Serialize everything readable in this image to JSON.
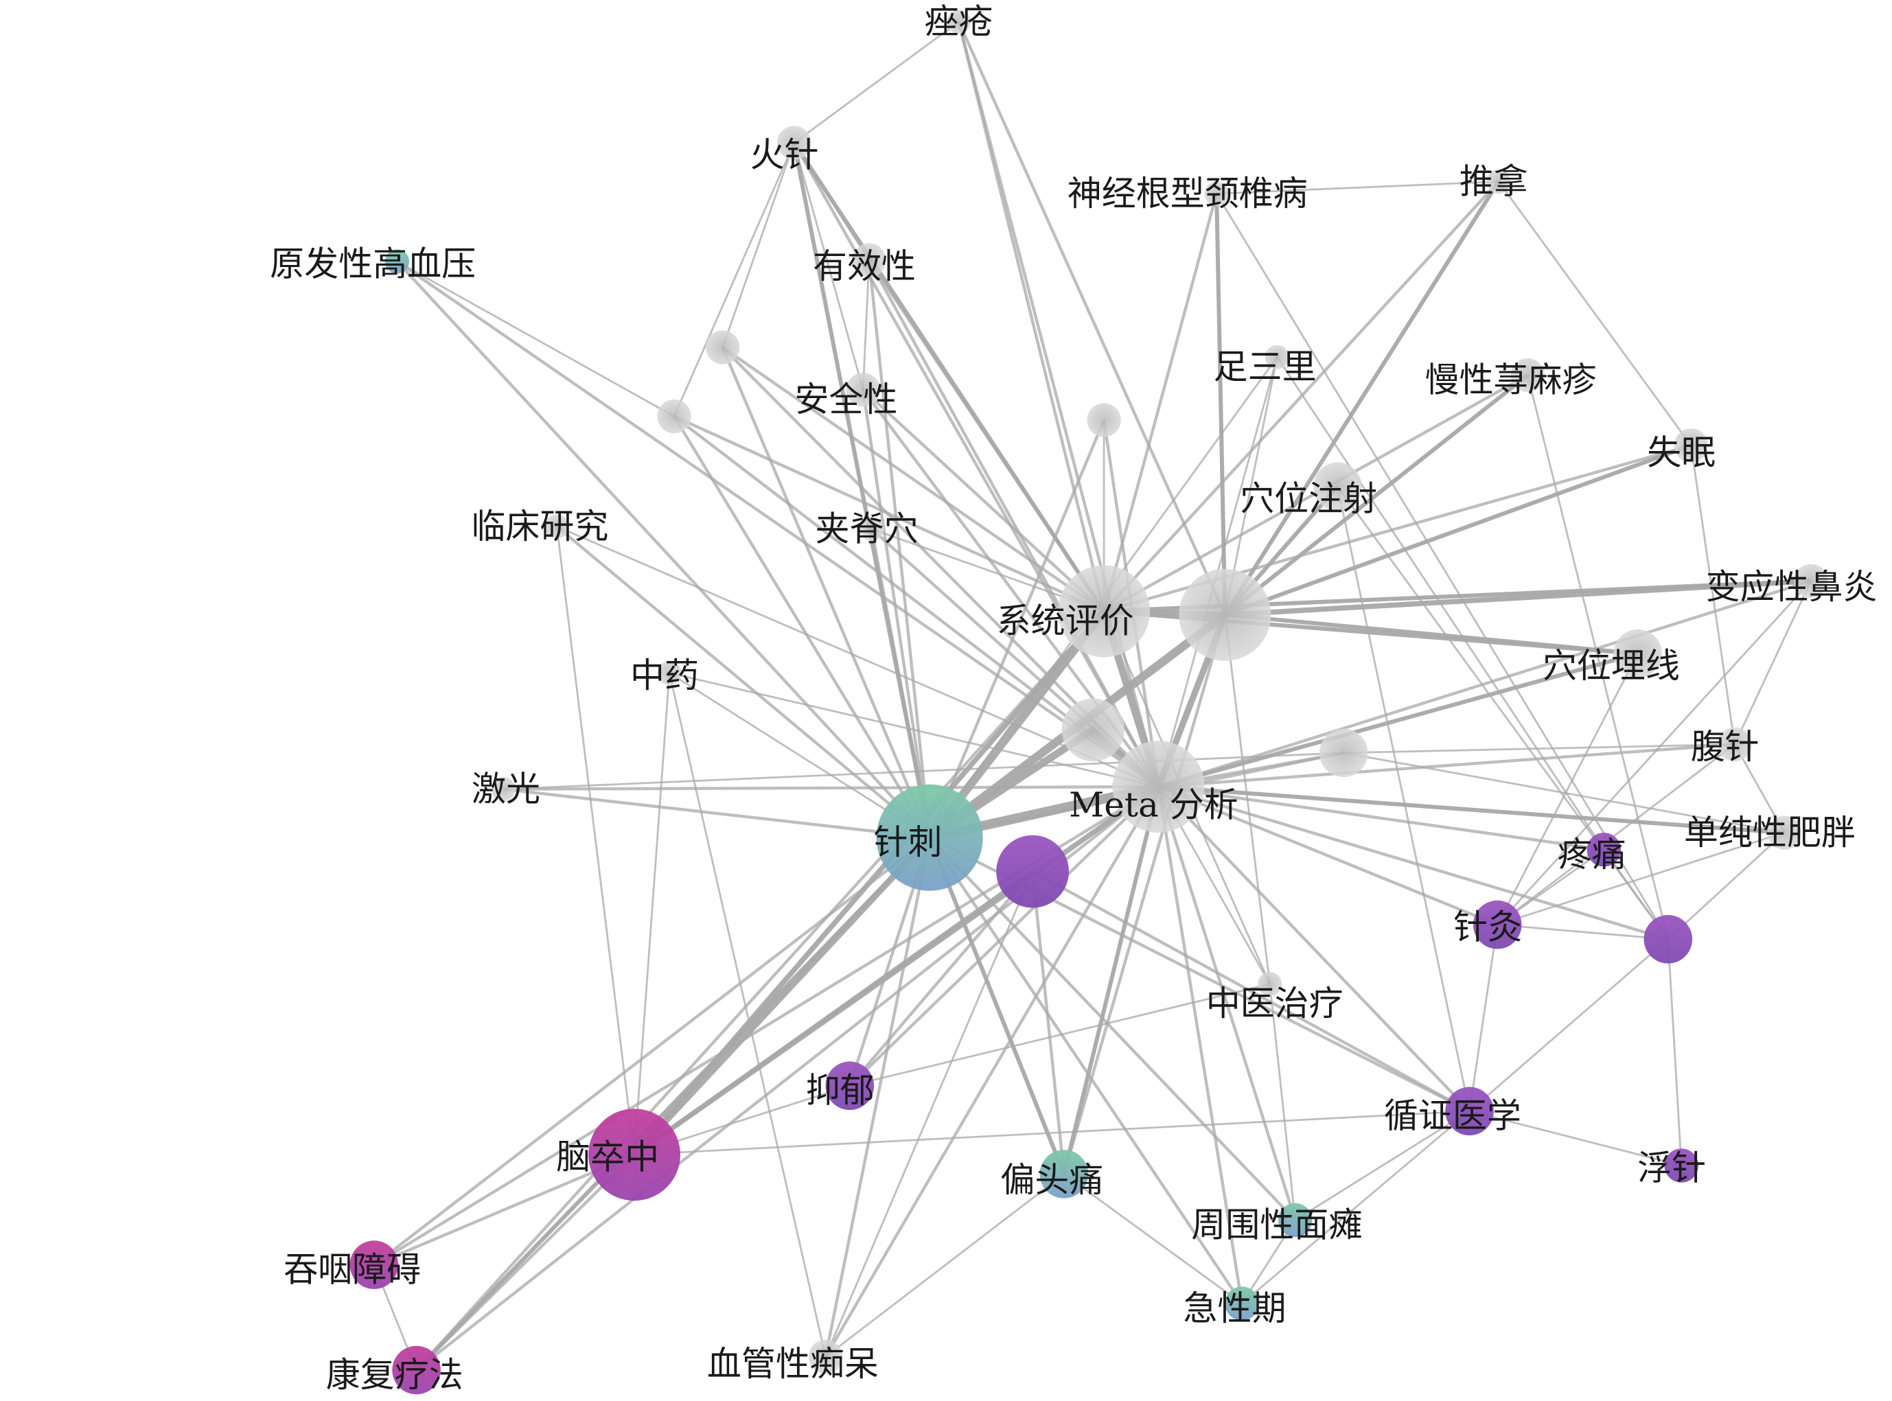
{
  "network": {
    "colors": {
      "gray": "#c9c9c9",
      "green": "#7fc8a9",
      "blue": "#7aa0c8",
      "purple": "#8f4fb8",
      "magenta": "#b43ea0",
      "edge": "#a8a8a8"
    },
    "nodes": [
      {
        "id": "cuochuang",
        "label": "痤疮",
        "weight": 1,
        "color": "gray"
      },
      {
        "id": "huozhen",
        "label": "火针",
        "weight": 2,
        "color": "gray"
      },
      {
        "id": "shenjinggen",
        "label": "神经根型颈椎病",
        "weight": 1,
        "color": "gray"
      },
      {
        "id": "tuina",
        "label": "推拿",
        "weight": 1,
        "color": "gray"
      },
      {
        "id": "yuanfaxing",
        "label": "原发性高血压",
        "weight": 1,
        "color": "green"
      },
      {
        "id": "youxiaoxing",
        "label": "有效性",
        "weight": 2,
        "color": "gray"
      },
      {
        "id": "gray-a",
        "label": "",
        "weight": 2,
        "color": "gray"
      },
      {
        "id": "anquanxing",
        "label": "安全性",
        "weight": 2,
        "color": "gray"
      },
      {
        "id": "zusanli",
        "label": "足三里",
        "weight": 1,
        "color": "gray"
      },
      {
        "id": "manxing",
        "label": "慢性荨麻疹",
        "weight": 2,
        "color": "gray"
      },
      {
        "id": "gray-b",
        "label": "",
        "weight": 2,
        "color": "gray"
      },
      {
        "id": "gray-c",
        "label": "",
        "weight": 2,
        "color": "gray"
      },
      {
        "id": "shimian",
        "label": "失眠",
        "weight": 2,
        "color": "gray"
      },
      {
        "id": "xuewei-zhushe",
        "label": "穴位注射",
        "weight": 3,
        "color": "gray"
      },
      {
        "id": "linchuang",
        "label": "临床研究",
        "weight": 1,
        "color": "gray"
      },
      {
        "id": "jiaji",
        "label": "夹脊穴",
        "weight": 1,
        "color": "gray"
      },
      {
        "id": "bianying",
        "label": "变应性鼻炎",
        "weight": 2,
        "color": "gray"
      },
      {
        "id": "xitong",
        "label": "系统评价",
        "weight": 6,
        "color": "gray"
      },
      {
        "id": "hub-gray",
        "label": "",
        "weight": 6,
        "color": "gray"
      },
      {
        "id": "xuewei-maixian",
        "label": "穴位埋线",
        "weight": 3,
        "color": "gray"
      },
      {
        "id": "zhongyao",
        "label": "中药",
        "weight": 1,
        "color": "gray"
      },
      {
        "id": "gray-d",
        "label": "",
        "weight": 4,
        "color": "gray"
      },
      {
        "id": "gray-e",
        "label": "",
        "weight": 3,
        "color": "gray"
      },
      {
        "id": "fuzhen",
        "label": "腹针",
        "weight": 2,
        "color": "gray"
      },
      {
        "id": "jiguang",
        "label": "激光",
        "weight": 1,
        "color": "gray"
      },
      {
        "id": "meta",
        "label": "Meta 分析",
        "weight": 6,
        "color": "gray"
      },
      {
        "id": "danchun",
        "label": "单纯性肥胖",
        "weight": 2,
        "color": "gray"
      },
      {
        "id": "zhenci",
        "label": "针刺",
        "weight": 9,
        "color": "green"
      },
      {
        "id": "purple-hub",
        "label": "",
        "weight": 5,
        "color": "purple"
      },
      {
        "id": "tengtong",
        "label": "疼痛",
        "weight": 2,
        "color": "purple"
      },
      {
        "id": "zhenjiu",
        "label": "针灸",
        "weight": 3,
        "color": "purple"
      },
      {
        "id": "purple-r",
        "label": "",
        "weight": 3,
        "color": "purple"
      },
      {
        "id": "zhongyi",
        "label": "中医治疗",
        "weight": 1,
        "color": "gray"
      },
      {
        "id": "yiyu",
        "label": "抑郁",
        "weight": 3,
        "color": "purple"
      },
      {
        "id": "xunzheng",
        "label": "循证医学",
        "weight": 3,
        "color": "purple"
      },
      {
        "id": "naozuzhong",
        "label": "脑卒中",
        "weight": 6,
        "color": "magenta"
      },
      {
        "id": "piantoutong",
        "label": "偏头痛",
        "weight": 3,
        "color": "green"
      },
      {
        "id": "fuzhen2",
        "label": "浮针",
        "weight": 2,
        "color": "purple"
      },
      {
        "id": "zhouwei",
        "label": "周围性面瘫",
        "weight": 2,
        "color": "green"
      },
      {
        "id": "tunyan",
        "label": "吞咽障碍",
        "weight": 3,
        "color": "magenta"
      },
      {
        "id": "jixingqi",
        "label": "急性期",
        "weight": 2,
        "color": "green"
      },
      {
        "id": "kangfu",
        "label": "康复疗法",
        "weight": 3,
        "color": "magenta"
      },
      {
        "id": "xueguan",
        "label": "血管性痴呆",
        "weight": 2,
        "color": "gray"
      }
    ],
    "edges": [
      [
        "zhenci",
        "meta",
        8
      ],
      [
        "zhenci",
        "xitong",
        7
      ],
      [
        "zhenci",
        "hub-gray",
        7
      ],
      [
        "zhenci",
        "gray-d",
        6
      ],
      [
        "meta",
        "xitong",
        6
      ],
      [
        "meta",
        "hub-gray",
        5
      ],
      [
        "xitong",
        "hub-gray",
        5
      ],
      [
        "meta",
        "gray-d",
        4
      ],
      [
        "zhenci",
        "naozuzhong",
        5
      ],
      [
        "meta",
        "naozuzhong",
        4
      ],
      [
        "xitong",
        "naozuzhong",
        4
      ],
      [
        "purple-hub",
        "naozuzhong",
        3
      ],
      [
        "zhenci",
        "kangfu",
        3
      ],
      [
        "meta",
        "kangfu",
        2
      ],
      [
        "xitong",
        "kangfu",
        2
      ],
      [
        "zhenci",
        "tunyan",
        2
      ],
      [
        "meta",
        "tunyan",
        2
      ],
      [
        "naozuzhong",
        "tunyan",
        2
      ],
      [
        "naozuzhong",
        "kangfu",
        2
      ],
      [
        "tunyan",
        "kangfu",
        1
      ],
      [
        "hub-gray",
        "bianying",
        4
      ],
      [
        "hub-gray",
        "shimian",
        3
      ],
      [
        "hub-gray",
        "xuewei-maixian",
        3
      ],
      [
        "hub-gray",
        "tuina",
        3
      ],
      [
        "hub-gray",
        "shenjinggen",
        3
      ],
      [
        "hub-gray",
        "manxing",
        3
      ],
      [
        "hub-gray",
        "xuewei-zhushe",
        3
      ],
      [
        "xitong",
        "bianying",
        3
      ],
      [
        "xitong",
        "xuewei-maixian",
        3
      ],
      [
        "xitong",
        "shimian",
        2
      ],
      [
        "xitong",
        "manxing",
        2
      ],
      [
        "xitong",
        "shenjinggen",
        2
      ],
      [
        "xitong",
        "tuina",
        2
      ],
      [
        "meta",
        "xuewei-maixian",
        3
      ],
      [
        "meta",
        "danchun",
        3
      ],
      [
        "meta",
        "fuzhen",
        2
      ],
      [
        "meta",
        "bianying",
        2
      ],
      [
        "meta",
        "tengtong",
        2
      ],
      [
        "meta",
        "zhenjiu",
        2
      ],
      [
        "meta",
        "purple-r",
        2
      ],
      [
        "zhenci",
        "piantoutong",
        3
      ],
      [
        "meta",
        "piantoutong",
        3
      ],
      [
        "purple-hub",
        "piantoutong",
        2
      ],
      [
        "hub-gray",
        "piantoutong",
        2
      ],
      [
        "zhenci",
        "zhouwei",
        2
      ],
      [
        "meta",
        "zhouwei",
        2
      ],
      [
        "zhenci",
        "jixingqi",
        2
      ],
      [
        "meta",
        "jixingqi",
        2
      ],
      [
        "zhouwei",
        "jixingqi",
        1
      ],
      [
        "piantoutong",
        "jixingqi",
        1
      ],
      [
        "zhenci",
        "xunzheng",
        2
      ],
      [
        "meta",
        "xunzheng",
        2
      ],
      [
        "purple-hub",
        "xunzheng",
        2
      ],
      [
        "xunzheng",
        "zhenjiu",
        1
      ],
      [
        "xunzheng",
        "purple-r",
        1
      ],
      [
        "xunzheng",
        "fuzhen2",
        1
      ],
      [
        "zhenci",
        "yiyu",
        2
      ],
      [
        "meta",
        "yiyu",
        2
      ],
      [
        "purple-hub",
        "yiyu",
        2
      ],
      [
        "yiyu",
        "naozuzhong",
        1
      ],
      [
        "zhenci",
        "xueguan",
        2
      ],
      [
        "meta",
        "xueguan",
        2
      ],
      [
        "purple-hub",
        "xueguan",
        1
      ],
      [
        "zhenci",
        "huozhen",
        3
      ],
      [
        "meta",
        "huozhen",
        2
      ],
      [
        "xitong",
        "huozhen",
        3
      ],
      [
        "huozhen",
        "cuochuang",
        1
      ],
      [
        "huozhen",
        "gray-a",
        1
      ],
      [
        "huozhen",
        "gray-b",
        1
      ],
      [
        "huozhen",
        "youxiaoxing",
        1
      ],
      [
        "huozhen",
        "anquanxing",
        1
      ],
      [
        "xitong",
        "cuochuang",
        2
      ],
      [
        "meta",
        "cuochuang",
        2
      ],
      [
        "hub-gray",
        "cuochuang",
        2
      ],
      [
        "zhenci",
        "yuanfaxing",
        2
      ],
      [
        "meta",
        "yuanfaxing",
        2
      ],
      [
        "yuanfaxing",
        "gray-b",
        1
      ],
      [
        "zhenci",
        "youxiaoxing",
        2
      ],
      [
        "meta",
        "youxiaoxing",
        2
      ],
      [
        "xitong",
        "youxiaoxing",
        2
      ],
      [
        "zhenci",
        "anquanxing",
        2
      ],
      [
        "meta",
        "anquanxing",
        2
      ],
      [
        "xitong",
        "anquanxing",
        2
      ],
      [
        "youxiaoxing",
        "anquanxing",
        1
      ],
      [
        "zhenci",
        "gray-a",
        2
      ],
      [
        "meta",
        "gray-a",
        2
      ],
      [
        "xitong",
        "gray-a",
        2
      ],
      [
        "zhenci",
        "gray-b",
        2
      ],
      [
        "meta",
        "gray-b",
        2
      ],
      [
        "xitong",
        "gray-b",
        2
      ],
      [
        "zhenci",
        "gray-c",
        2
      ],
      [
        "meta",
        "gray-c",
        2
      ],
      [
        "xitong",
        "gray-c",
        1
      ],
      [
        "zhenci",
        "linchuang",
        2
      ],
      [
        "meta",
        "linchuang",
        1
      ],
      [
        "linchuang",
        "naozuzhong",
        1
      ],
      [
        "zhenci",
        "jiaji",
        2
      ],
      [
        "meta",
        "jiaji",
        2
      ],
      [
        "xitong",
        "jiaji",
        1
      ],
      [
        "zhenci",
        "zhongyao",
        1
      ],
      [
        "meta",
        "zhongyao",
        1
      ],
      [
        "zhongyao",
        "naozuzhong",
        1
      ],
      [
        "zhongyao",
        "xueguan",
        1
      ],
      [
        "zhenci",
        "jiguang",
        2
      ],
      [
        "meta",
        "jiguang",
        2
      ],
      [
        "jiguang",
        "gray-e",
        1
      ],
      [
        "zhenci",
        "zusanli",
        1
      ],
      [
        "meta",
        "zusanli",
        1
      ],
      [
        "hub-gray",
        "zusanli",
        1
      ],
      [
        "zhenci",
        "gray-e",
        2
      ],
      [
        "meta",
        "gray-e",
        2
      ],
      [
        "gray-e",
        "danchun",
        1
      ],
      [
        "gray-e",
        "fuzhen",
        1
      ],
      [
        "zhenjiu",
        "purple-r",
        1
      ],
      [
        "tengtong",
        "zhenjiu",
        1
      ],
      [
        "zhenjiu",
        "xuewei-maixian",
        1
      ],
      [
        "zhenjiu",
        "danchun",
        1
      ],
      [
        "zhenjiu",
        "fuzhen",
        1
      ],
      [
        "purple-r",
        "fuzhen2",
        1
      ],
      [
        "purple-r",
        "danchun",
        1
      ],
      [
        "purple-r",
        "tengtong",
        1
      ],
      [
        "zhongyi",
        "hub-gray",
        1
      ],
      [
        "zhongyi",
        "meta",
        1
      ],
      [
        "zhongyi",
        "zhouwei",
        1
      ],
      [
        "zhongyi",
        "xitong",
        1
      ],
      [
        "zhongyi",
        "yiyu",
        1
      ],
      [
        "shimian",
        "fuzhen",
        1
      ],
      [
        "tuina",
        "shimian",
        1
      ],
      [
        "shenjinggen",
        "tuina",
        1
      ],
      [
        "shenjinggen",
        "purple-r",
        1
      ],
      [
        "manxing",
        "purple-r",
        1
      ],
      [
        "bianying",
        "fuzhen",
        1
      ],
      [
        "bianying",
        "zhenjiu",
        1
      ],
      [
        "xuewei-zhushe",
        "xunzheng",
        1
      ],
      [
        "xuewei-zhushe",
        "purple-r",
        1
      ],
      [
        "zusanli",
        "tengtong",
        1
      ],
      [
        "danchun",
        "fuzhen",
        1
      ],
      [
        "naozuzhong",
        "xunzheng",
        1
      ],
      [
        "zhouwei",
        "xunzheng",
        1
      ],
      [
        "piantoutong",
        "xueguan",
        1
      ],
      [
        "jixingqi",
        "xunzheng",
        1
      ]
    ]
  }
}
